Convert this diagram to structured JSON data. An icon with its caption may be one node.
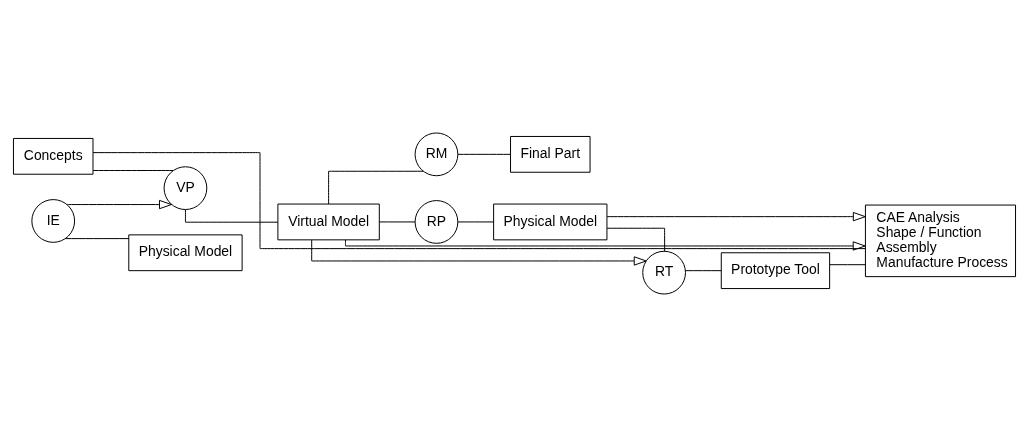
{
  "diagram": {
    "nodes": [
      {
        "text": [
          "Concepts"
        ]
      },
      {
        "text": [
          "VP"
        ]
      },
      {
        "text": [
          "Virtual Model"
        ]
      },
      {
        "text": [
          "RM"
        ]
      },
      {
        "text": [
          "Final Part"
        ]
      },
      {
        "text": [
          "RP"
        ]
      },
      {
        "text": [
          "Physical Model"
        ]
      },
      {
        "text": [
          "RT"
        ]
      },
      {
        "text": [
          "IE"
        ]
      },
      {
        "text": [
          "Physical Model"
        ]
      },
      {
        "text": [
          "Prototype Tool"
        ]
      },
      {
        "text": [
          "CAE Analysis",
          "Shape / Function",
          "Assembly",
          "Manufacture Process"
        ]
      }
    ],
    "edges": [
      {
        "from": 0,
        "to": 1,
        "arrow": "none"
      },
      {
        "from": 1,
        "to": 2,
        "arrow": "none"
      },
      {
        "from": 2,
        "to": 3,
        "arrow": "none"
      },
      {
        "from": 2,
        "to": 5,
        "arrow": "none"
      },
      {
        "from": 2,
        "to": 7,
        "arrow": "to"
      },
      {
        "from": 3,
        "to": 4,
        "arrow": "none"
      },
      {
        "from": 5,
        "to": 6,
        "arrow": "none"
      },
      {
        "from": 6,
        "to": 7,
        "arrow": "none"
      },
      {
        "from": 7,
        "to": 10,
        "arrow": "none"
      },
      {
        "from": 8,
        "to": 9,
        "arrow": "none"
      },
      {
        "from": 8,
        "to": 1,
        "arrow": "to"
      },
      {
        "from": 2,
        "to": 11,
        "arrow": "to"
      },
      {
        "from": 6,
        "to": 11,
        "arrow": "to"
      },
      {
        "from": 0,
        "to": 11,
        "arrow": "none"
      },
      {
        "from": 10,
        "to": 11,
        "arrow": "none"
      }
    ]
  }
}
